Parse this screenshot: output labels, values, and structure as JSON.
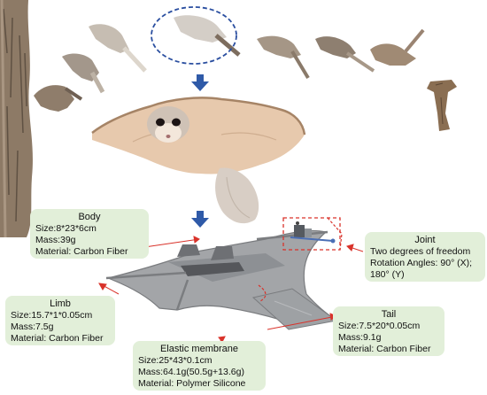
{
  "body_info": {
    "title": "Body",
    "size": "Size:8*23*6cm",
    "mass": "Mass:39g",
    "material": "Material: Carbon Fiber"
  },
  "joint_info": {
    "title": "Joint",
    "line1": "Two degrees of freedom",
    "line2": "Rotation Angles: 90° (X);",
    "line3": "180° (Y)"
  },
  "limb_info": {
    "title": "Limb",
    "size": "Size:15.7*1*0.05cm",
    "mass": "Mass:7.5g",
    "material": "Material: Carbon Fiber"
  },
  "tail_info": {
    "title": "Tail",
    "size": "Size:7.5*20*0.05cm",
    "mass": "Mass:9.1g",
    "material": "Material: Carbon Fiber"
  },
  "membrane_info": {
    "title": "Elastic membrane",
    "size": "Size:25*43*0.1cm",
    "mass": "Mass:64.1g(50.5g+13.6g)",
    "material": "Material: Polymer Silicone"
  },
  "colors": {
    "box_fill": "#e2efd9",
    "arrow_blue": "#2f5aa8",
    "leader_red": "#d9332b",
    "highlight_dash": "#2b4fa0",
    "robot_gray": "#8a8c8f"
  }
}
